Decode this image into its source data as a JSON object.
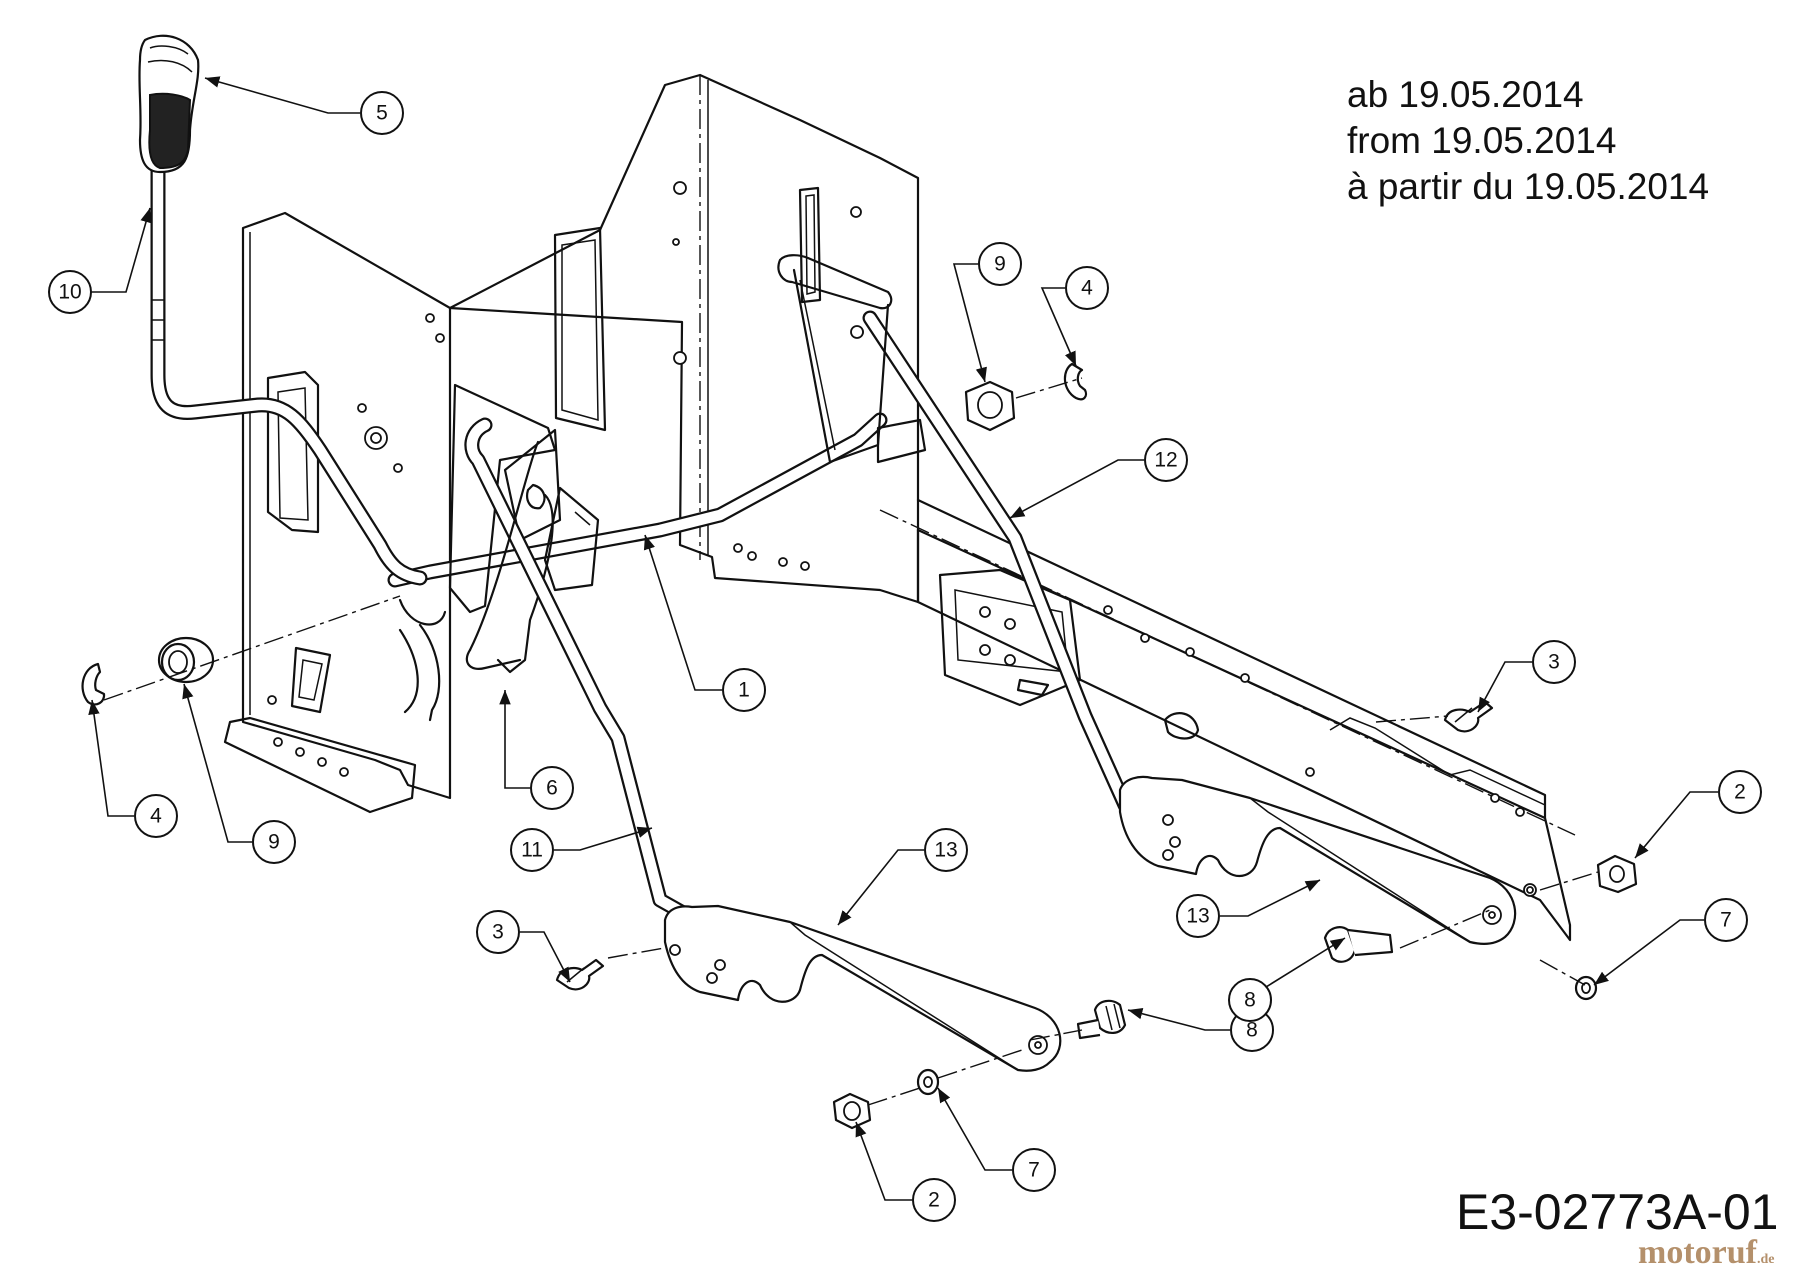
{
  "notes": {
    "line_de": "ab 19.05.2014",
    "line_en": "from 19.05.2014",
    "line_fr": "à partir du 19.05.2014"
  },
  "drawing_code": "E3-02773A-01",
  "watermark": {
    "name": "motoruf",
    "tld": ".de"
  },
  "callouts": [
    {
      "id": "c5",
      "label": "5"
    },
    {
      "id": "c10",
      "label": "10"
    },
    {
      "id": "c9a",
      "label": "9"
    },
    {
      "id": "c4a",
      "label": "4"
    },
    {
      "id": "c12",
      "label": "12"
    },
    {
      "id": "c1",
      "label": "1"
    },
    {
      "id": "c6",
      "label": "6"
    },
    {
      "id": "c4b",
      "label": "4"
    },
    {
      "id": "c9b",
      "label": "9"
    },
    {
      "id": "c3a",
      "label": "3"
    },
    {
      "id": "c2a",
      "label": "2"
    },
    {
      "id": "c7a",
      "label": "7"
    },
    {
      "id": "c13a",
      "label": "13"
    },
    {
      "id": "c13b",
      "label": "13"
    },
    {
      "id": "c11",
      "label": "11"
    },
    {
      "id": "c3b",
      "label": "3"
    },
    {
      "id": "c8a",
      "label": "8"
    },
    {
      "id": "c8b",
      "label": "8"
    },
    {
      "id": "c2b",
      "label": "2"
    },
    {
      "id": "c7b",
      "label": "7"
    }
  ]
}
